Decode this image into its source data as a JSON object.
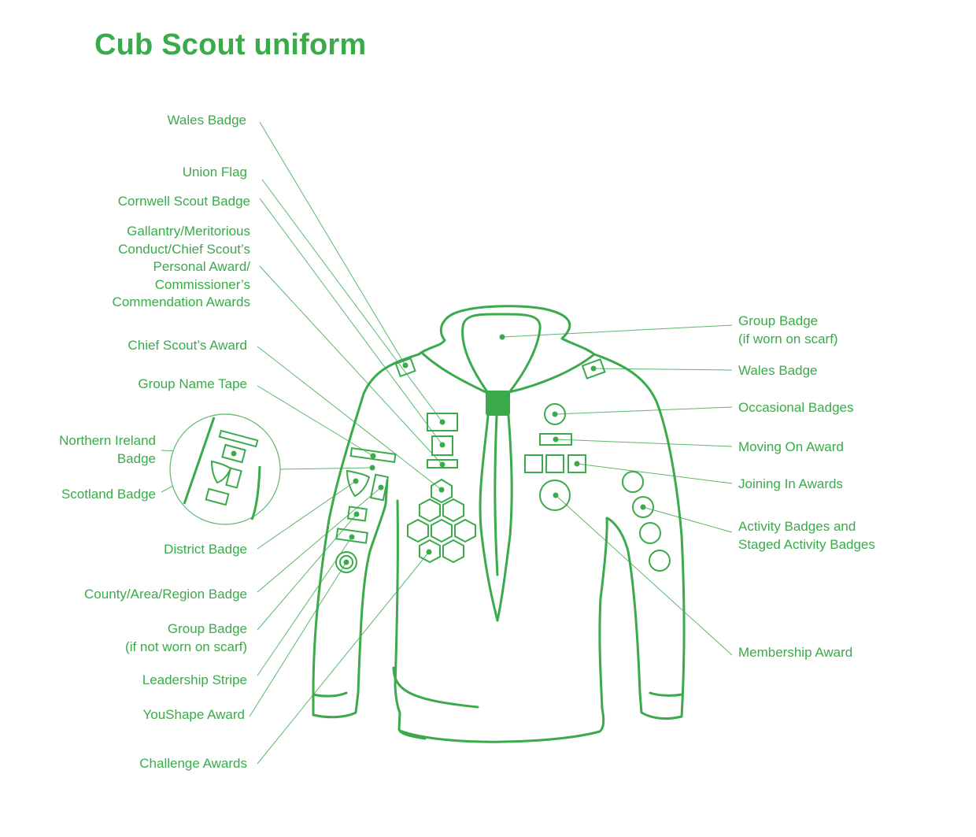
{
  "title": "Cub Scout uniform",
  "colors": {
    "accent": "#3aaa4a",
    "leader_line": "#5bb76a",
    "background": "#ffffff"
  },
  "labels_left": [
    {
      "id": "wales-badge-left",
      "lines": [
        "Wales Badge"
      ]
    },
    {
      "id": "union-flag",
      "lines": [
        "Union Flag"
      ]
    },
    {
      "id": "cornwell-scout-badge",
      "lines": [
        "Cornwell Scout Badge"
      ]
    },
    {
      "id": "gallantry-awards",
      "lines": [
        "Gallantry/Meritorious",
        "Conduct/Chief Scout’s",
        "Personal Award/",
        "Commissioner’s",
        "Commendation Awards"
      ]
    },
    {
      "id": "chief-scouts-award",
      "lines": [
        "Chief Scout’s Award"
      ]
    },
    {
      "id": "group-name-tape",
      "lines": [
        "Group Name Tape"
      ]
    },
    {
      "id": "northern-ireland-badge",
      "lines": [
        "Northern Ireland",
        "Badge"
      ]
    },
    {
      "id": "scotland-badge",
      "lines": [
        "Scotland Badge"
      ]
    },
    {
      "id": "district-badge",
      "lines": [
        "District Badge"
      ]
    },
    {
      "id": "county-badge",
      "lines": [
        "County/Area/Region Badge"
      ]
    },
    {
      "id": "group-badge-not-scarf",
      "lines": [
        "Group Badge",
        "(if not worn on scarf)"
      ]
    },
    {
      "id": "leadership-stripe",
      "lines": [
        "Leadership Stripe"
      ]
    },
    {
      "id": "youshape-award",
      "lines": [
        "YouShape Award"
      ]
    },
    {
      "id": "challenge-awards",
      "lines": [
        "Challenge Awards"
      ]
    }
  ],
  "labels_right": [
    {
      "id": "group-badge-scarf",
      "lines": [
        "Group Badge",
        "(if worn on scarf)"
      ]
    },
    {
      "id": "wales-badge-right",
      "lines": [
        "Wales Badge"
      ]
    },
    {
      "id": "occasional-badges",
      "lines": [
        "Occasional Badges"
      ]
    },
    {
      "id": "moving-on-award",
      "lines": [
        "Moving On Award"
      ]
    },
    {
      "id": "joining-in-awards",
      "lines": [
        "Joining In Awards"
      ]
    },
    {
      "id": "activity-badges",
      "lines": [
        "Activity Badges and",
        "Staged Activity Badges"
      ]
    },
    {
      "id": "membership-award",
      "lines": [
        "Membership Award"
      ]
    }
  ]
}
